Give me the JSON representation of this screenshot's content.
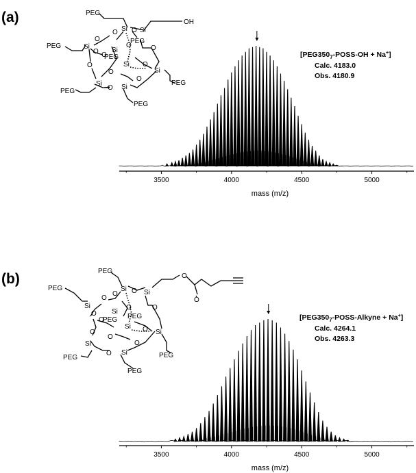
{
  "panels": [
    {
      "label": "(a)",
      "annotation": {
        "line1_main": "[PEG350",
        "line1_sub": "7",
        "line1_rest": "-POSS-OH + Na",
        "line1_sup": "+",
        "line1_end": "]",
        "calc": "Calc. 4183.0",
        "obs": "Obs. 4180.9"
      },
      "molecule": {
        "si": [
          "Si",
          "Si",
          "Si",
          "Si",
          "Si",
          "Si",
          "Si",
          "Si"
        ],
        "o": [
          "O",
          "O",
          "O",
          "O",
          "O",
          "O",
          "O",
          "O",
          "O",
          "O",
          "O",
          "O"
        ],
        "peg": [
          "PEG",
          "PEG",
          "PEG",
          "PEG",
          "PEG",
          "PEG",
          "PEG"
        ],
        "end_group": "OH"
      }
    },
    {
      "label": "(b)",
      "annotation": {
        "line1_main": "[PEG350",
        "line1_sub": "7",
        "line1_rest": "-POSS-Alkyne + Na",
        "line1_sup": "+",
        "line1_end": "]",
        "calc": "Calc. 4264.1",
        "obs": "Obs. 4263.3"
      },
      "molecule": {
        "si": [
          "Si",
          "Si",
          "Si",
          "Si",
          "Si",
          "Si",
          "Si",
          "Si"
        ],
        "o": [
          "O",
          "O",
          "O",
          "O",
          "O",
          "O",
          "O",
          "O",
          "O",
          "O",
          "O",
          "O",
          "O",
          "O"
        ],
        "peg": [
          "PEG",
          "PEG",
          "PEG",
          "PEG",
          "PEG",
          "PEG",
          "PEG"
        ],
        "end_group": ""
      }
    }
  ],
  "chart_data": [
    {
      "type": "line",
      "xlabel": "mass (m/z)",
      "ylabel": "",
      "xlim": [
        3200,
        5300
      ],
      "xticks": [
        3500,
        4000,
        4500,
        5000
      ],
      "ylim": [
        0,
        1
      ],
      "grid": false,
      "series": [
        {
          "x": [
            3540,
            3575,
            3600,
            3625,
            3650,
            3675,
            3700,
            3725,
            3750,
            3775,
            3800,
            3825,
            3850,
            3875,
            3900,
            3925,
            3950,
            3975,
            4000,
            4025,
            4050,
            4075,
            4100,
            4125,
            4150,
            4175,
            4200,
            4225,
            4250,
            4275,
            4300,
            4325,
            4350,
            4375,
            4400,
            4425,
            4450,
            4475,
            4500,
            4525,
            4550,
            4575,
            4600,
            4625,
            4650,
            4675,
            4700,
            4725,
            4750
          ],
          "y": [
            0.02,
            0.03,
            0.04,
            0.05,
            0.07,
            0.09,
            0.11,
            0.14,
            0.18,
            0.22,
            0.27,
            0.33,
            0.39,
            0.45,
            0.52,
            0.59,
            0.65,
            0.72,
            0.78,
            0.83,
            0.88,
            0.92,
            0.95,
            0.98,
            0.99,
            1.0,
            0.99,
            0.98,
            0.95,
            0.92,
            0.88,
            0.83,
            0.77,
            0.71,
            0.64,
            0.57,
            0.5,
            0.42,
            0.35,
            0.28,
            0.22,
            0.17,
            0.13,
            0.09,
            0.06,
            0.04,
            0.03,
            0.02,
            0.01
          ]
        }
      ],
      "annotations": [
        {
          "x": 4180.9,
          "marker": "arrow"
        }
      ]
    },
    {
      "type": "line",
      "xlabel": "mass (m/z)",
      "ylabel": "",
      "xlim": [
        3200,
        5300
      ],
      "xticks": [
        3500,
        4000,
        4500,
        5000
      ],
      "ylim": [
        0,
        1
      ],
      "grid": false,
      "series": [
        {
          "x": [
            3600,
            3630,
            3660,
            3690,
            3720,
            3750,
            3780,
            3810,
            3840,
            3870,
            3900,
            3930,
            3960,
            3990,
            4020,
            4050,
            4080,
            4110,
            4140,
            4170,
            4200,
            4230,
            4260,
            4290,
            4320,
            4350,
            4380,
            4410,
            4440,
            4470,
            4500,
            4530,
            4560,
            4590,
            4620,
            4650,
            4680,
            4710,
            4740,
            4770,
            4800,
            4830
          ],
          "y": [
            0.02,
            0.03,
            0.04,
            0.06,
            0.08,
            0.11,
            0.15,
            0.2,
            0.25,
            0.31,
            0.38,
            0.45,
            0.53,
            0.6,
            0.67,
            0.74,
            0.8,
            0.86,
            0.91,
            0.95,
            0.97,
            0.99,
            1.0,
            0.99,
            0.97,
            0.93,
            0.88,
            0.82,
            0.75,
            0.67,
            0.58,
            0.49,
            0.4,
            0.32,
            0.24,
            0.17,
            0.12,
            0.08,
            0.05,
            0.03,
            0.02,
            0.01
          ]
        }
      ],
      "annotations": [
        {
          "x": 4263.3,
          "marker": "arrow"
        }
      ]
    }
  ]
}
